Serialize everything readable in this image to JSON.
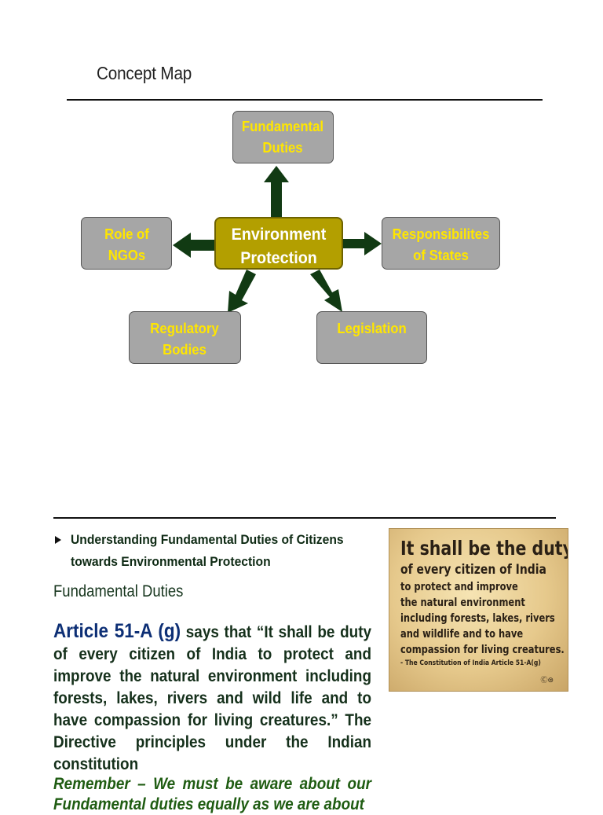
{
  "title": "Concept Map",
  "concept_map": {
    "center": [
      "Environment",
      "Protection"
    ],
    "nodes": {
      "top": [
        "Fundamental",
        "Duties"
      ],
      "left": [
        "Role of",
        "NGOs"
      ],
      "right": [
        "Responsibilites",
        "of States"
      ],
      "bottom_left": [
        "Regulatory",
        "Bodies"
      ],
      "bottom_right": [
        "Legislation"
      ]
    },
    "colors": {
      "node_fill": "#a6a6a6",
      "node_text": "#ffe600",
      "center_fill": "#b39f00",
      "arrow": "#113a13"
    }
  },
  "bullet": [
    "Understanding Fundamental Duties of Citizens",
    "towards Environmental Protection"
  ],
  "sub_heading": "Fundamental Duties",
  "article": {
    "lead": "Article 51-A (g)",
    "quote": " says that “It shall be duty of every citizen of India to protect and improve the natural environment including forests, lakes, rivers and wild life and to have compassion for living creatures.”",
    "tail": " The Directive principles under the Indian constitution"
  },
  "remember": "Remember – We must be aware about our Fundamental duties equally as we are about",
  "poster": {
    "heading": "It shall be the duty",
    "subheading": "of every citizen of India",
    "lines": [
      "to protect and improve",
      "the natural environment",
      "including forests, lakes, rivers",
      "and wildlife and to have",
      "compassion for living creatures."
    ],
    "citation": "- The Constitution of India Article 51-A(g)",
    "license": "Ⓒ⊜"
  }
}
